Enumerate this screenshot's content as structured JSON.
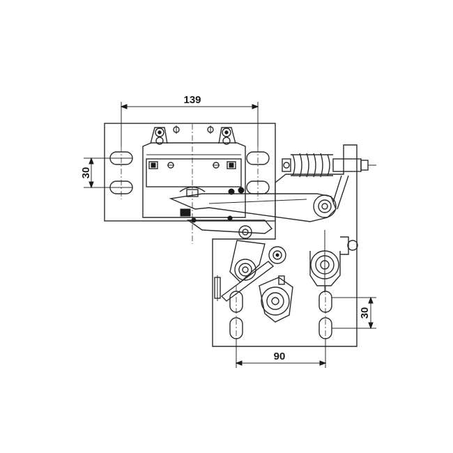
{
  "dimensions": {
    "top_width": "139",
    "left_slot_pitch": "30",
    "right_slot_pitch": "30",
    "bottom_width": "90"
  }
}
